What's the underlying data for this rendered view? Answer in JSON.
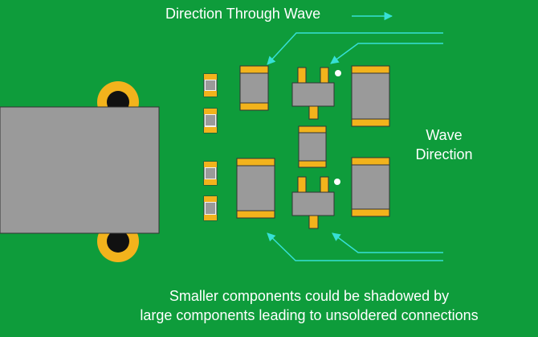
{
  "diagram": {
    "title": "Direction Through Wave",
    "wave_label_line1": "Wave",
    "wave_label_line2": "Direction",
    "caption_line1": "Smaller components could be shadowed by",
    "caption_line2": "large components leading to unsoldered connections"
  },
  "colors": {
    "board": "#0e9c3b",
    "component_body": "#9a9a9a",
    "solder_pad": "#f2b31c",
    "arrow": "#36e0d6",
    "text": "#ffffff"
  }
}
